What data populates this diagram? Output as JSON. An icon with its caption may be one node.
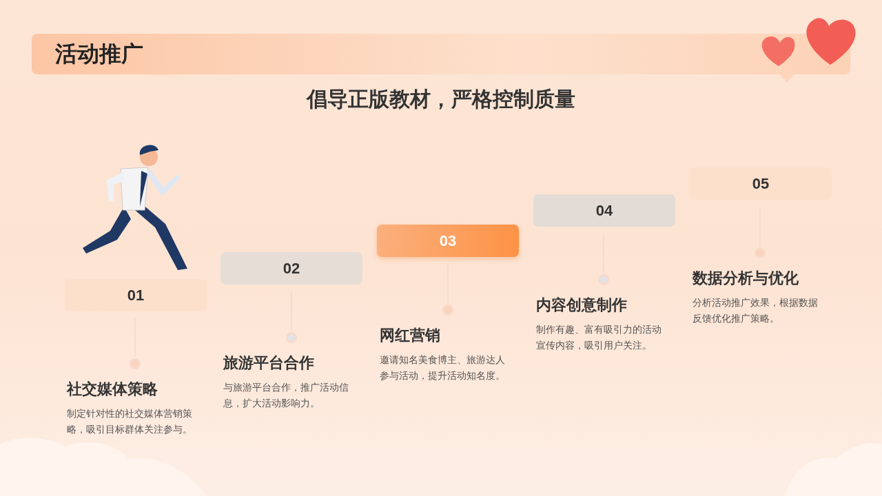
{
  "diagram": {
    "title": "活动推广",
    "nodes": [
      {
        "text": [
          "01"
        ]
      },
      {
        "text": [
          "02"
        ]
      },
      {
        "text": [
          "03"
        ]
      },
      {
        "text": [
          "04"
        ]
      },
      {
        "text": [
          "05"
        ]
      },
      {
        "text": [],
        "shape": "circle",
        "beside": [
          "社交媒体策略",
          "制定针对性的社交媒体营销策略，吸引目标群体关注参与。"
        ]
      },
      {
        "text": [],
        "shape": "circle",
        "beside": [
          "旅游平台合作",
          "与旅游平台合作，推广活动信息，扩大活动影响力。"
        ]
      },
      {
        "text": [],
        "shape": "circle",
        "beside": [
          "网红营销",
          "邀请知名美食博主、旅游达人参与活动，提升活动知名度。"
        ]
      },
      {
        "text": [],
        "shape": "circle",
        "beside": [
          "内容创意制作",
          "制作有趣、富有吸引力的活动宣传内容，吸引用户关注。"
        ]
      },
      {
        "text": [],
        "shape": "circle",
        "beside": [
          "数据分析与优化",
          "分析活动推广效果，根据数据反馈优化推广策略。"
        ]
      }
    ],
    "edges": [
      {
        "from": 0,
        "to": 5,
        "arrow": "none"
      },
      {
        "from": 1,
        "to": 6,
        "arrow": "none"
      },
      {
        "from": 2,
        "to": 7,
        "arrow": "none"
      },
      {
        "from": 3,
        "to": 8,
        "arrow": "none"
      },
      {
        "from": 4,
        "to": 9,
        "arrow": "none"
      }
    ],
    "labels": [
      "倡导正版教材，严格控制质量"
    ]
  }
}
